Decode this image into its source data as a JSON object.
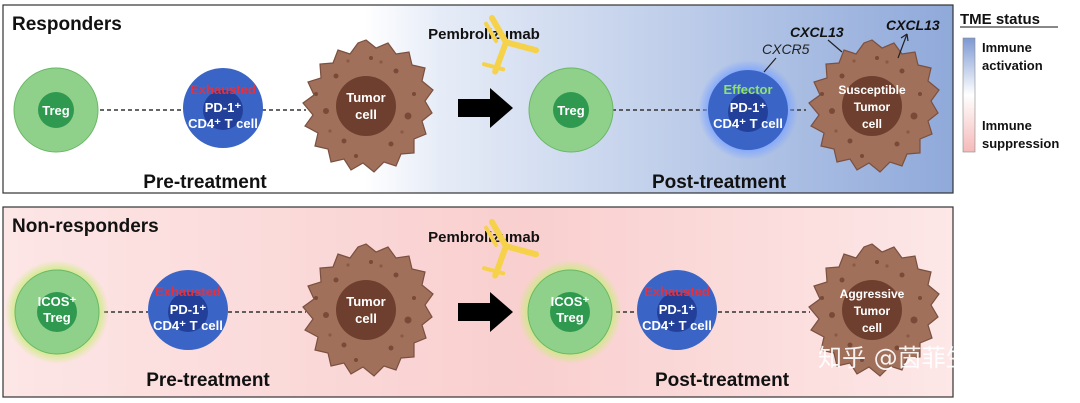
{
  "responders": {
    "title": "Responders",
    "pre_label": "Pre-treatment",
    "post_label": "Post-treatment",
    "drug": "Pembrolizumab",
    "pre_cells": {
      "treg": "Treg",
      "tcell_state": "Exhausted",
      "tcell_line1": "PD-1⁺",
      "tcell_line2": "CD4⁺ T cell",
      "tumor_line1": "Tumor",
      "tumor_line2": "cell"
    },
    "post_cells": {
      "treg": "Treg",
      "tcell_state": "Effector",
      "tcell_line1": "PD-1⁺",
      "tcell_line2": "CD4⁺ T cell",
      "tumor_line1": "Susceptible",
      "tumor_line2": "Tumor",
      "tumor_line3": "cell"
    },
    "cxcr5": "CXCR5",
    "cxcl13_a": "CXCL13",
    "cxcl13_b": "CXCL13"
  },
  "non_responders": {
    "title": "Non-responders",
    "pre_label": "Pre-treatment",
    "post_label": "Post-treatment",
    "drug": "Pembrolizumab",
    "pre_cells": {
      "treg_line1": "ICOS⁺",
      "treg_line2": "Treg",
      "tcell_state": "Exhausted",
      "tcell_line1": "PD-1⁺",
      "tcell_line2": "CD4⁺ T cell",
      "tumor_line1": "Tumor",
      "tumor_line2": "cell"
    },
    "post_cells": {
      "treg_line1": "ICOS⁺",
      "treg_line2": "Treg",
      "tcell_state": "Exhausted",
      "tcell_line1": "PD-1⁺",
      "tcell_line2": "CD4⁺ T cell",
      "tumor_line1": "Aggressive",
      "tumor_line2": "Tumor",
      "tumor_line3": "cell"
    }
  },
  "legend": {
    "title": "TME status",
    "top_label_1": "Immune",
    "top_label_2": "activation",
    "bottom_label_1": "Immune",
    "bottom_label_2": "suppression"
  },
  "watermark": "知乎 @茵菲生物",
  "colors": {
    "treg_outer": "#8fd18a",
    "treg_inner": "#2f9a4f",
    "tcell_outer": "#3a64c6",
    "tcell_inner": "#22409a",
    "tumor_body": "#a0705a",
    "tumor_nucleus": "#6e3f2e",
    "antibody": "#f5d24a",
    "activation": "#8aa6d8",
    "suppression": "#f7c4c4"
  }
}
